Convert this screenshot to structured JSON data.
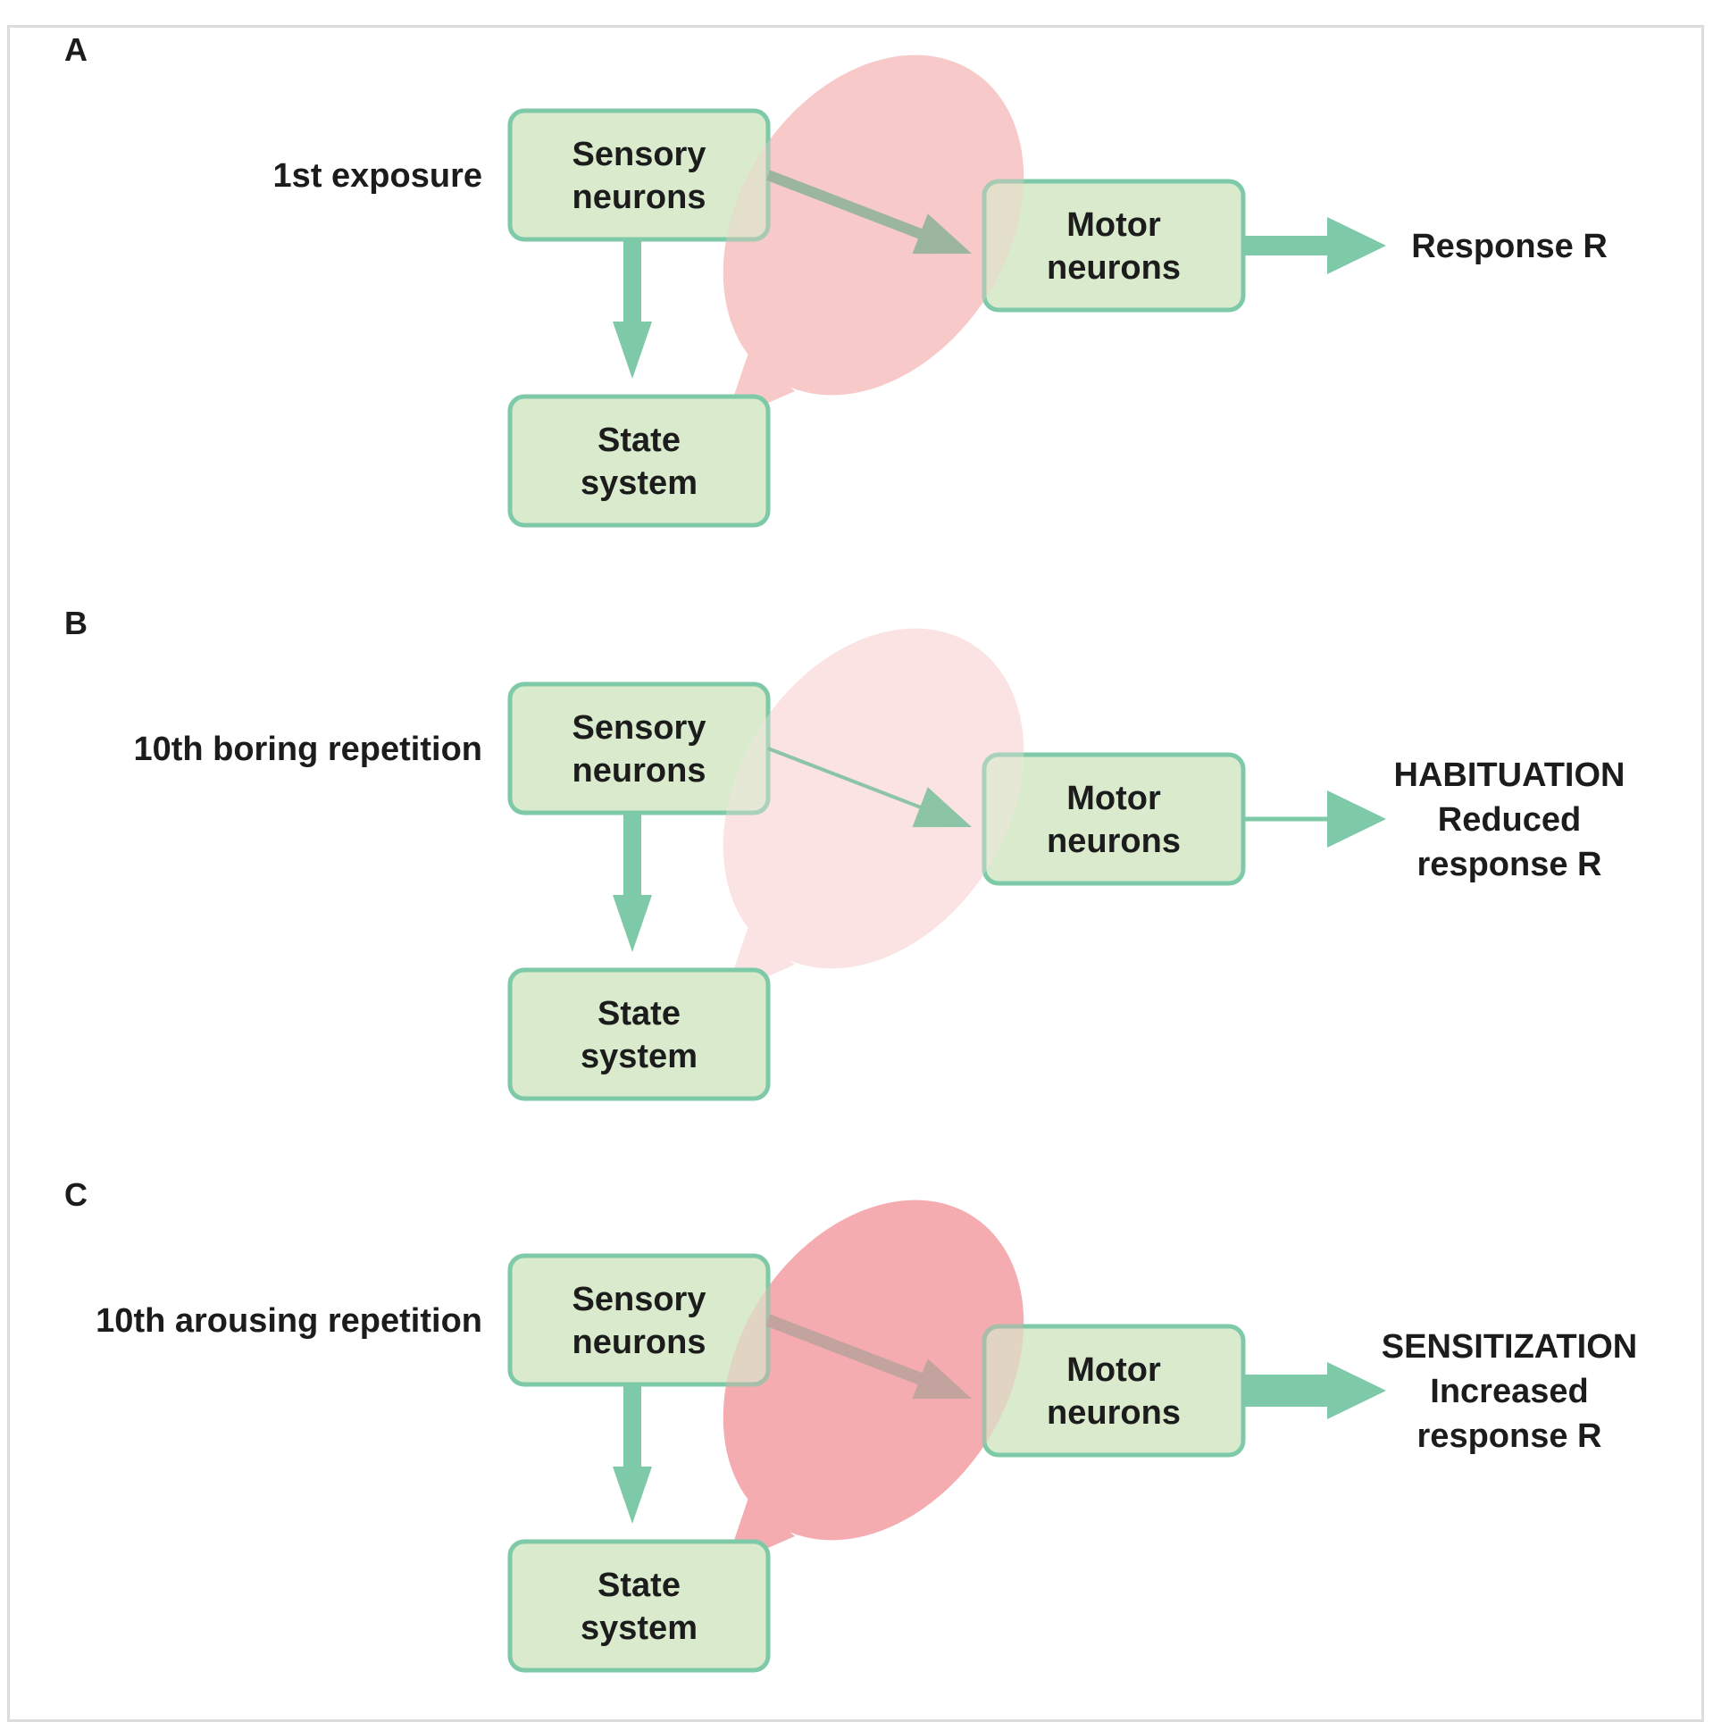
{
  "figure": {
    "panels": [
      {
        "id": "A",
        "letter": "A",
        "condition_label": "1st exposure",
        "sensory_box": [
          "Sensory",
          "neurons"
        ],
        "motor_box": [
          "Motor",
          "neurons"
        ],
        "state_box": [
          "State",
          "system"
        ],
        "outcome_lines": [
          "Response R"
        ],
        "arousal_level": "moderate",
        "arousal_color": "#f7c9c9",
        "pathway_strength": "normal",
        "response_strength": "normal"
      },
      {
        "id": "B",
        "letter": "B",
        "condition_label": "10th boring repetition",
        "sensory_box": [
          "Sensory",
          "neurons"
        ],
        "motor_box": [
          "Motor",
          "neurons"
        ],
        "state_box": [
          "State",
          "system"
        ],
        "outcome_lines": [
          "HABITUATION",
          "Reduced",
          "response R"
        ],
        "arousal_level": "low",
        "arousal_color": "#fbe3e3",
        "pathway_strength": "weak",
        "response_strength": "reduced"
      },
      {
        "id": "C",
        "letter": "C",
        "condition_label": "10th arousing repetition",
        "sensory_box": [
          "Sensory",
          "neurons"
        ],
        "motor_box": [
          "Motor",
          "neurons"
        ],
        "state_box": [
          "State",
          "system"
        ],
        "outcome_lines": [
          "SENSITIZATION",
          "Increased",
          "response R"
        ],
        "arousal_level": "high",
        "arousal_color": "#f4acb0",
        "pathway_strength": "strong",
        "response_strength": "increased"
      }
    ],
    "colors": {
      "box_fill": "#d9ebcc",
      "box_stroke": "#7ecaa8",
      "arrow": "#7ecaa8",
      "text": "#1c1c1c",
      "frame": "#dcdcdc"
    }
  }
}
